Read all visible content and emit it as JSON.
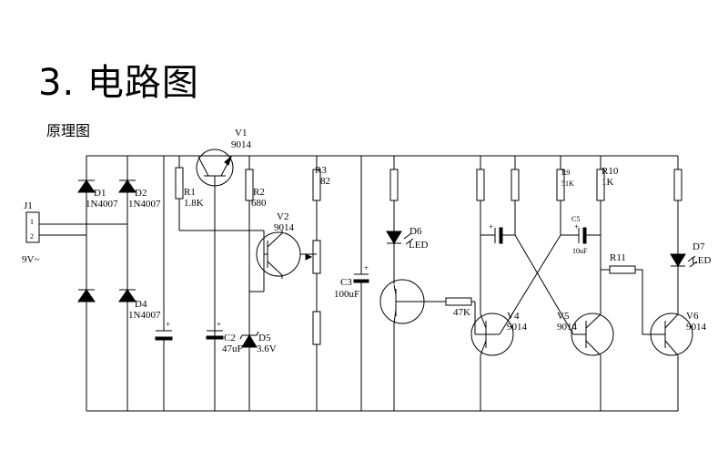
{
  "page": {
    "title": "3. 电路图",
    "subtitle": "原理图"
  },
  "labels": {
    "J1": "J1",
    "J1_pin1": "1",
    "J1_pin2": "2",
    "J1_supply": "9V~",
    "D1": "D1",
    "D1_part": "1N4007",
    "D2": "D2",
    "D2_part": "1N4007",
    "D4": "D4",
    "D4_part": "1N4007",
    "R1": "R1",
    "R1_val": "1.8K",
    "R2": "R2",
    "R2_val": "680",
    "R3": "R3",
    "R3_val": "82",
    "V1": "V1",
    "V1_part": "9014",
    "V2": "V2",
    "V2_part": "9014",
    "C2": "C2",
    "C2_val": "47uF",
    "D5": "D5",
    "D5_val": "3.6V",
    "C3": "C3",
    "C3_val": "100uF",
    "D6": "D6",
    "D6_part": "LED",
    "R_base": "47K",
    "R9": "R9",
    "R9_val": "51K",
    "R10": "R10",
    "R10_val": "1K",
    "C5": "C5",
    "C5_val": "10uF",
    "R11": "R11",
    "D7": "D7",
    "D7_part": "LED",
    "V4": "V4",
    "V4_part": "9014",
    "V5": "V5",
    "V5_part": "9014",
    "V6": "V6",
    "V6_part": "9014"
  }
}
